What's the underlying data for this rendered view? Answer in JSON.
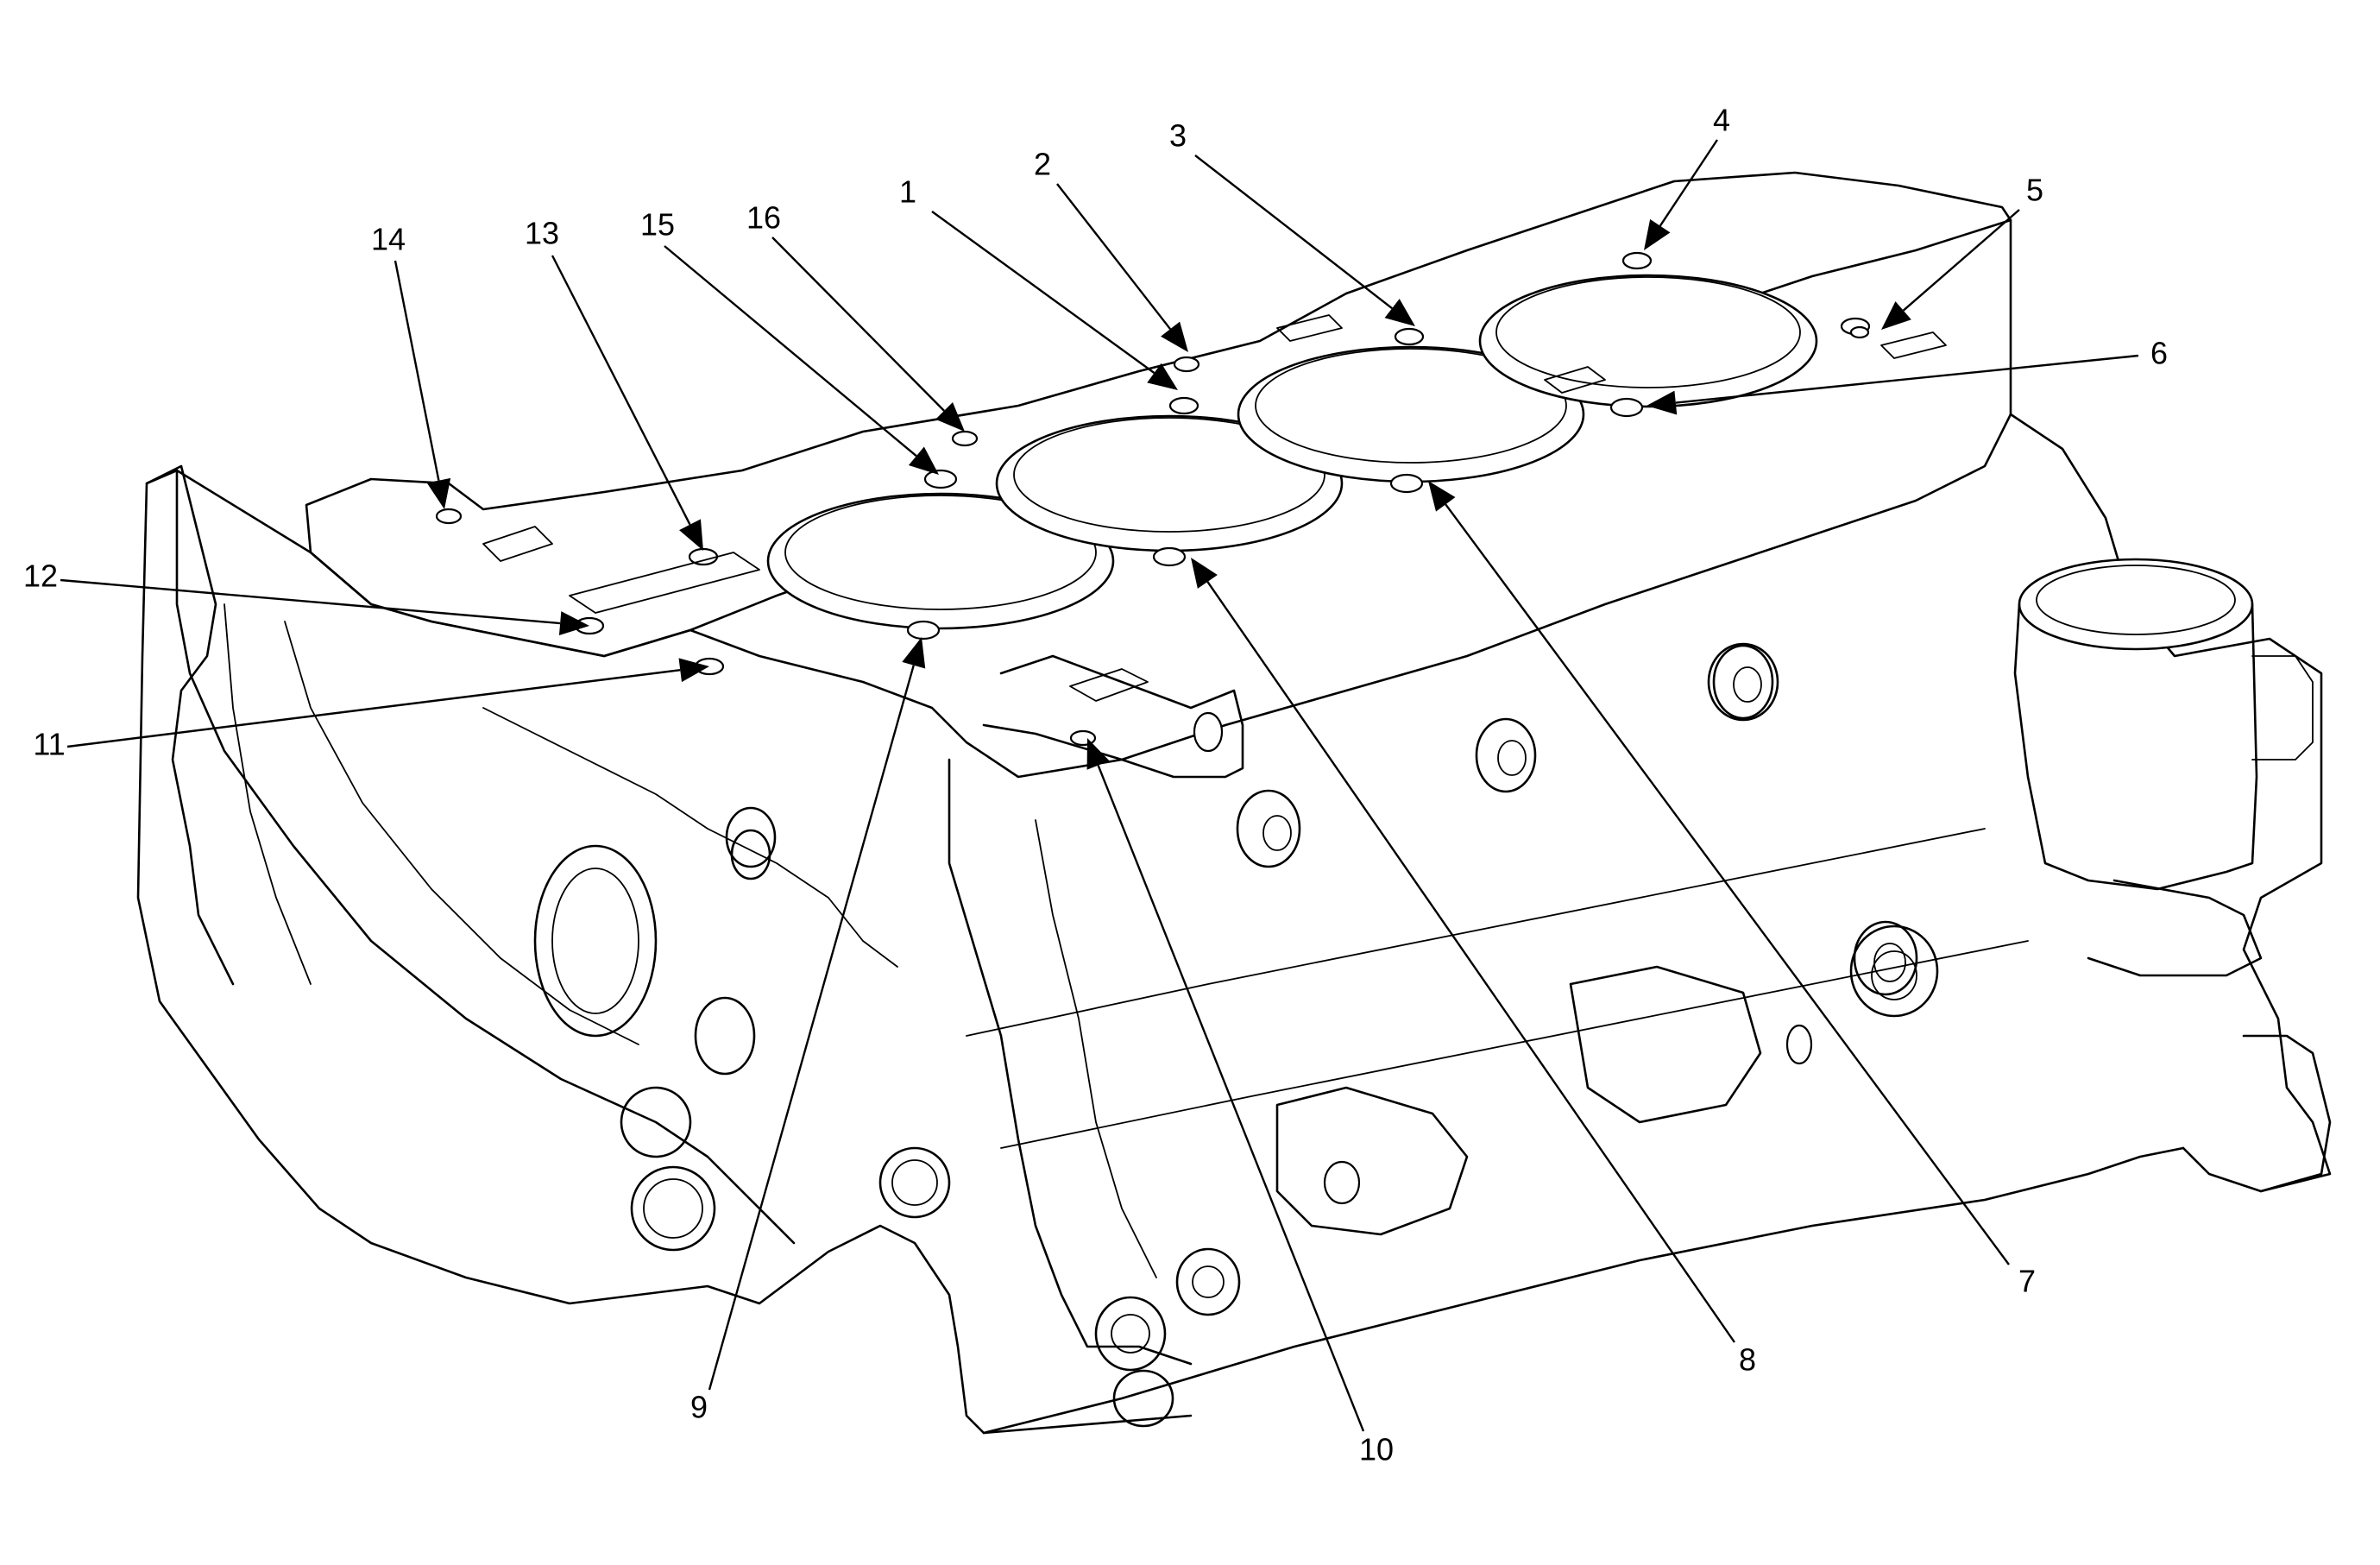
{
  "diagram": {
    "callouts": [
      {
        "label": "1"
      },
      {
        "label": "2"
      },
      {
        "label": "3"
      },
      {
        "label": "4"
      },
      {
        "label": "5"
      },
      {
        "label": "6"
      },
      {
        "label": "7"
      },
      {
        "label": "8"
      },
      {
        "label": "9"
      },
      {
        "label": "10"
      },
      {
        "label": "11"
      },
      {
        "label": "12"
      },
      {
        "label": "13"
      },
      {
        "label": "14"
      },
      {
        "label": "15"
      },
      {
        "label": "16"
      }
    ]
  }
}
